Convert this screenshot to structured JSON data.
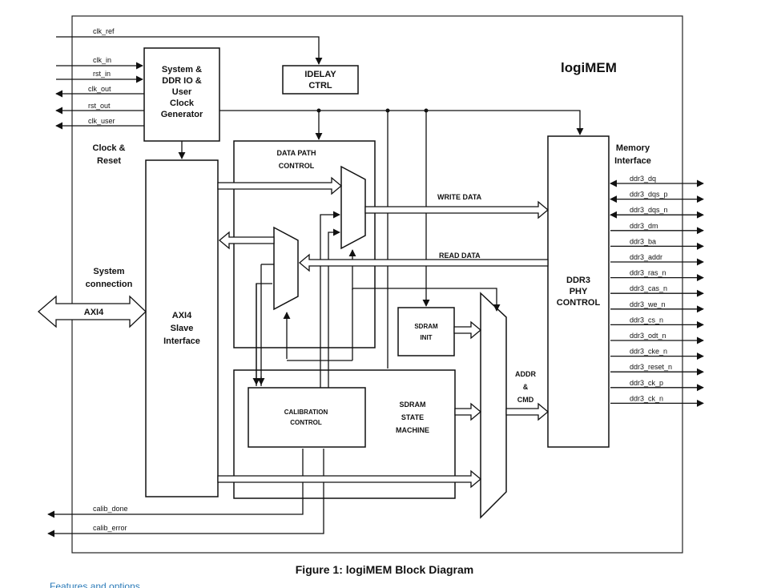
{
  "title": "logiMEM",
  "caption": "Figure 1: logiMEM Block Diagram",
  "footnote": "Features and options",
  "blocks": {
    "sysgen": [
      "System &",
      "DDR IO &",
      "User",
      "Clock",
      "Generator"
    ],
    "idelay": [
      "IDELAY",
      "CTRL"
    ],
    "axi_slave": [
      "AXI4",
      "Slave",
      "Interface"
    ],
    "datapath": [
      "DATA PATH",
      "CONTROL"
    ],
    "sdram_init": [
      "SDRAM",
      "INIT"
    ],
    "sdram_sm": [
      "SDRAM",
      "STATE",
      "MACHINE"
    ],
    "calib": [
      "CALIBRATION",
      "CONTROL"
    ],
    "phy": [
      "DDR3",
      "PHY",
      "CONTROL"
    ]
  },
  "labels": {
    "clock_reset": [
      "Clock &",
      "Reset"
    ],
    "system_conn": [
      "System",
      "connection"
    ],
    "axi4": "AXI4",
    "memory_if": [
      "Memory",
      "Interface"
    ],
    "write_data": "WRITE DATA",
    "read_data": "READ DATA",
    "addr_cmd": [
      "ADDR",
      "&",
      "CMD"
    ]
  },
  "left_signals": [
    "clk_ref",
    "clk_in",
    "rst_in",
    "clk_out",
    "rst_out",
    "clk_user",
    "calib_done",
    "calib_error"
  ],
  "ddr_signals": [
    "ddr3_dq",
    "ddr3_dqs_p",
    "ddr3_dqs_n",
    "ddr3_dm",
    "ddr3_ba",
    "ddr3_addr",
    "ddr3_ras_n",
    "ddr3_cas_n",
    "ddr3_we_n",
    "ddr3_cs_n",
    "ddr3_odt_n",
    "ddr3_cke_n",
    "ddr3_reset_n",
    "ddr3_ck_p",
    "ddr3_ck_n"
  ],
  "colors": {
    "stroke": "#111111",
    "caption": "#111111",
    "footnote": "#2a7ab8"
  }
}
